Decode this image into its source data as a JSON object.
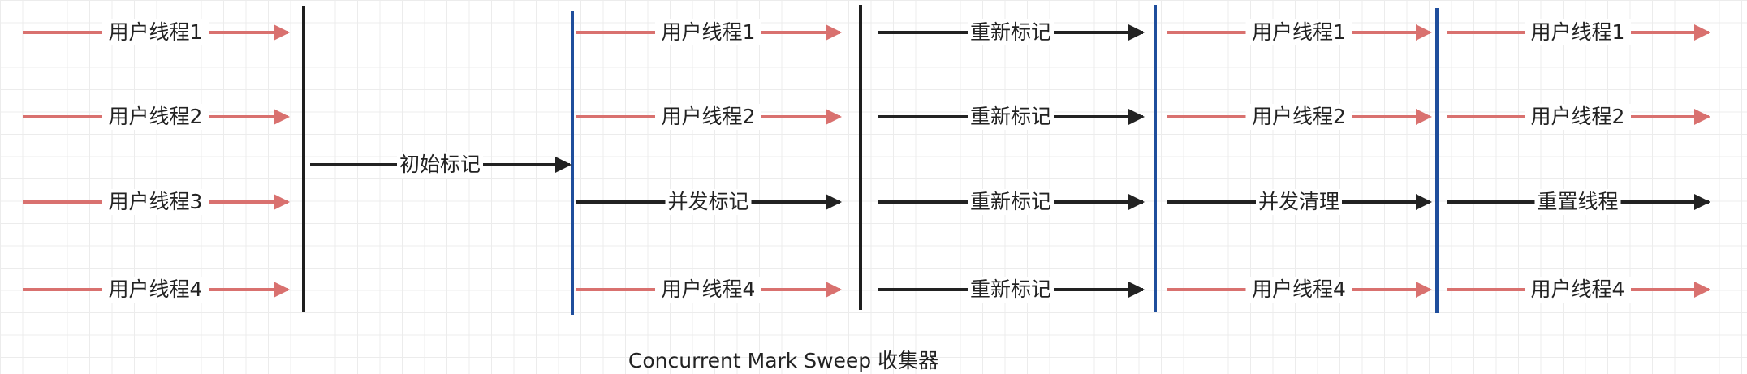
{
  "title": "Concurrent Mark Sweep 收集器",
  "colors": {
    "user": "#d9716f",
    "gc": "#222222",
    "barrier_black": "#1e1e1e",
    "barrier_blue": "#1f4e9c"
  },
  "stages": [
    {
      "name": "stage-1",
      "arrows": [
        {
          "label": "用户线程1",
          "kind": "user"
        },
        {
          "label": "用户线程2",
          "kind": "user"
        },
        {
          "label": "用户线程3",
          "kind": "user"
        },
        {
          "label": "用户线程4",
          "kind": "user"
        }
      ]
    },
    {
      "name": "stage-2",
      "arrows": [
        {
          "label": "初始标记",
          "kind": "gc"
        }
      ]
    },
    {
      "name": "stage-3",
      "arrows": [
        {
          "label": "用户线程1",
          "kind": "user"
        },
        {
          "label": "用户线程2",
          "kind": "user"
        },
        {
          "label": "并发标记",
          "kind": "gc"
        },
        {
          "label": "用户线程4",
          "kind": "user"
        }
      ]
    },
    {
      "name": "stage-4",
      "arrows": [
        {
          "label": "重新标记",
          "kind": "gc"
        },
        {
          "label": "重新标记",
          "kind": "gc"
        },
        {
          "label": "重新标记",
          "kind": "gc"
        },
        {
          "label": "重新标记",
          "kind": "gc"
        }
      ]
    },
    {
      "name": "stage-5",
      "arrows": [
        {
          "label": "用户线程1",
          "kind": "user"
        },
        {
          "label": "用户线程2",
          "kind": "user"
        },
        {
          "label": "并发清理",
          "kind": "gc"
        },
        {
          "label": "用户线程4",
          "kind": "user"
        }
      ]
    },
    {
      "name": "stage-6",
      "arrows": [
        {
          "label": "用户线程1",
          "kind": "user"
        },
        {
          "label": "用户线程2",
          "kind": "user"
        },
        {
          "label": "重置线程",
          "kind": "gc"
        },
        {
          "label": "用户线程4",
          "kind": "user"
        }
      ]
    }
  ],
  "barriers": [
    {
      "color": "barrier_black"
    },
    {
      "color": "barrier_blue"
    },
    {
      "color": "barrier_black"
    },
    {
      "color": "barrier_blue"
    },
    {
      "color": "barrier_blue"
    }
  ]
}
